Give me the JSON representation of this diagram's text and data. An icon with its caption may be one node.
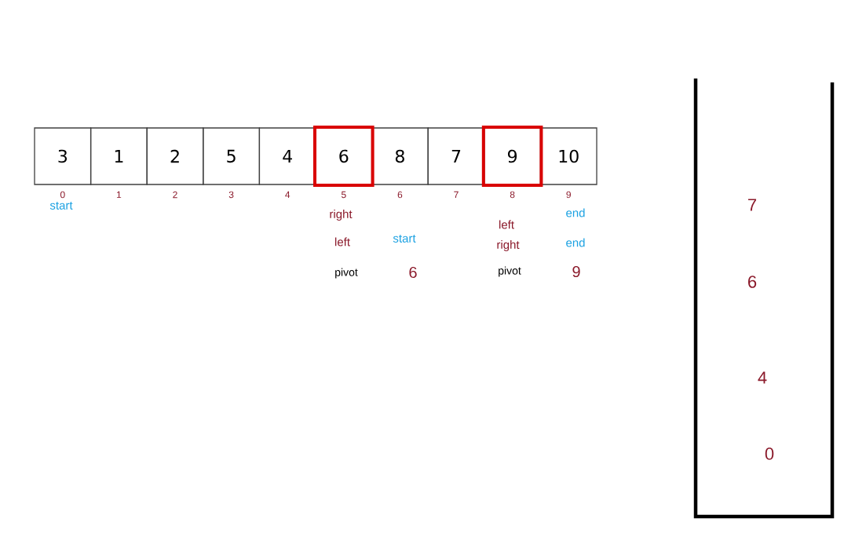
{
  "diagram": {
    "nodes": [
      {
        "text": [
          "3"
        ]
      },
      {
        "text": [
          "1"
        ]
      },
      {
        "text": [
          "2"
        ]
      },
      {
        "text": [
          "5"
        ]
      },
      {
        "text": [
          "4"
        ]
      },
      {
        "text": [
          "6"
        ]
      },
      {
        "text": [
          "8"
        ]
      },
      {
        "text": [
          "7"
        ]
      },
      {
        "text": [
          "9"
        ]
      },
      {
        "text": [
          "10"
        ]
      },
      {
        "text": [
          "7",
          "6",
          "4",
          "0"
        ]
      }
    ],
    "labels": [
      "0",
      "1",
      "2",
      "3",
      "4",
      "5",
      "6",
      "7",
      "8",
      "9",
      "start",
      "right",
      "end",
      "left",
      "left",
      "start",
      "right",
      "end",
      "pivot",
      "6",
      "pivot",
      "9"
    ]
  }
}
